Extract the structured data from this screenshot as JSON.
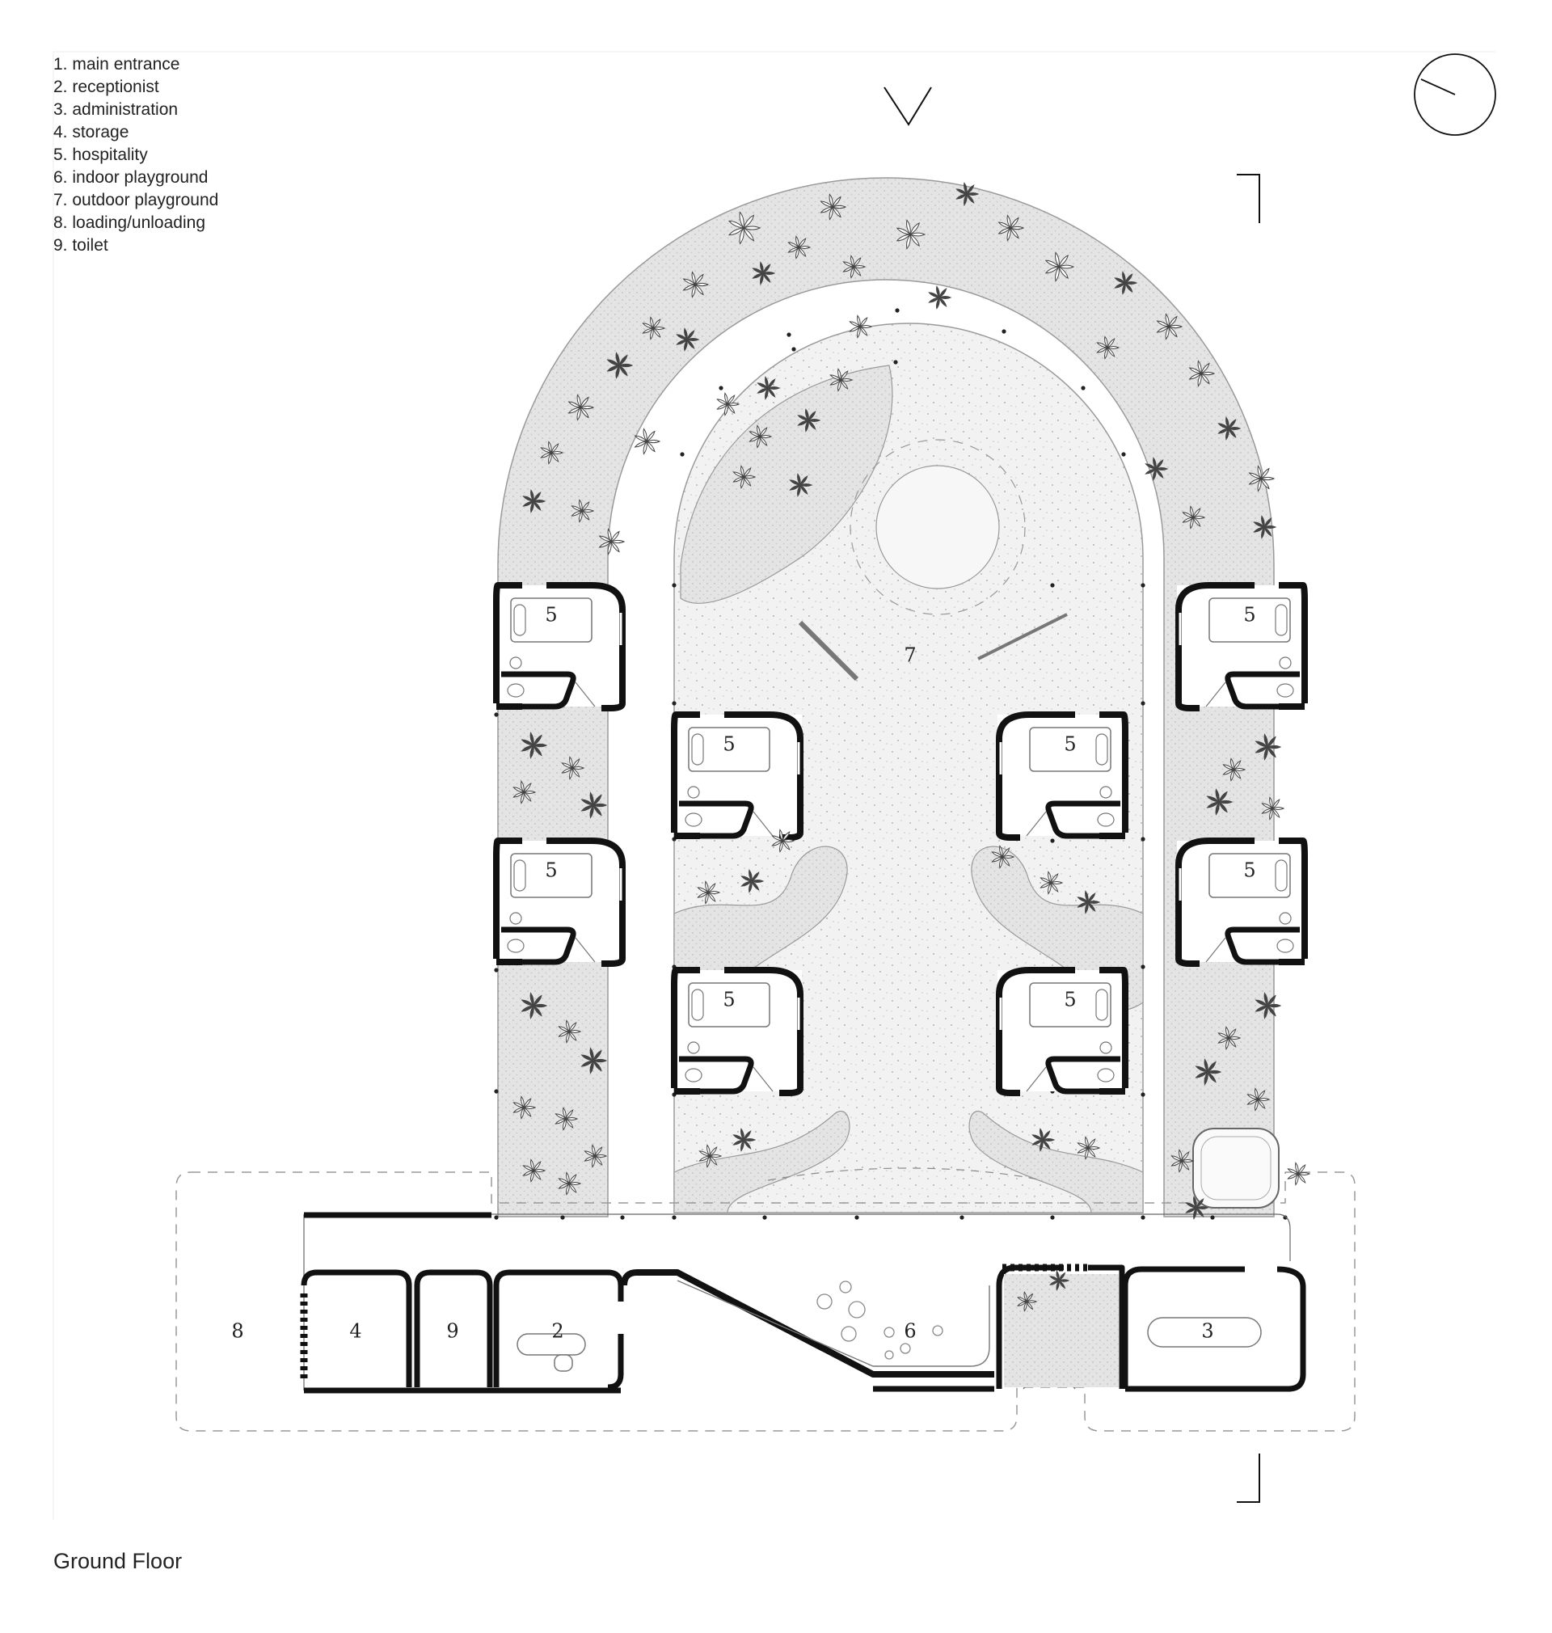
{
  "legend": [
    "1. main entrance",
    "2. receptionist",
    "3. administration",
    "4. storage",
    "5. hospitality",
    "6. indoor playground",
    "7. outdoor playground",
    "8. loading/unloading",
    "9. toilet"
  ],
  "caption": "Ground Floor",
  "room_numbers": {
    "hospitality": "5",
    "outdoor_playground": "7",
    "indoor_playground": "6",
    "receptionist": "2",
    "storage": "4",
    "toilet": "9",
    "loading": "8",
    "administration": "3"
  },
  "colors": {
    "wall": "#111111",
    "garden": "#e4e4e4",
    "playground": "#efefef",
    "line": "#555555"
  },
  "icons": {
    "north": "north-arrow-icon",
    "compass": "compass-icon",
    "section": "section-marker-icon",
    "plant": "plant-icon"
  }
}
